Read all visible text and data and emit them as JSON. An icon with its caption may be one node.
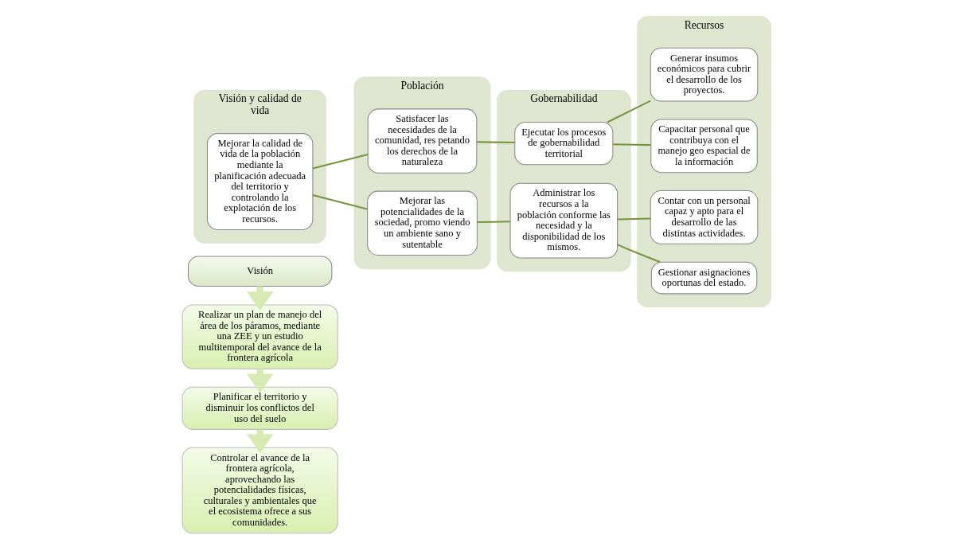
{
  "diagram": {
    "nodes": [
      {
        "text": [
          "Visión"
        ]
      },
      {
        "text": [
          "Realizar un plan de manejo del área de los páramos, mediante una ZEE y un estudio multitemporal del avance de la frontera agrícola"
        ]
      },
      {
        "text": [
          "Planificar el territorio y disminuir los conflictos del uso del suelo"
        ]
      },
      {
        "text": [
          "Controlar el avance de la frontera agrícola, aprovechando las potencialidades físicas, culturales y ambientales que el ecosistema ofrece a sus comunidades."
        ]
      },
      {
        "text": [
          "Visión y calidad de vida"
        ]
      },
      {
        "text": [
          "Población"
        ]
      },
      {
        "text": [
          "Gobernabilidad"
        ]
      },
      {
        "text": [
          "Recursos"
        ]
      },
      {
        "text": [
          "Mejorar la calidad de vida de la población mediante la planificación adecuada del territorio y controlando la explotación de los recursos."
        ],
        "in": 4
      },
      {
        "text": [
          "Satisfacer las necesidades de la comunidad, res petando los derechos de la naturaleza"
        ],
        "in": 5
      },
      {
        "text": [
          "Mejorar las potencialidades de la sociedad, promo viendo un ambiente sano y sutentable"
        ],
        "in": 5
      },
      {
        "text": [
          "Ejecutar los procesos de gobernabilidad territorial"
        ],
        "in": 6
      },
      {
        "text": [
          "Administrar los recursos a la población conforme las necesidad y la disponibilidad de los mismos."
        ],
        "in": 6
      },
      {
        "text": [
          "Generar insumos económicos para cubrir el desarrollo de los proyectos."
        ],
        "in": 7
      },
      {
        "text": [
          "Capacitar personal que contribuya con el manejo geo espacial de la información"
        ],
        "in": 7
      },
      {
        "text": [
          "Contar con un personal capaz y apto para el desarrollo de las distintas actividades."
        ],
        "in": 7
      },
      {
        "text": [
          "Gestionar asignaciones oportunas del estado."
        ],
        "in": 7
      }
    ],
    "edges": [
      {
        "from": 0,
        "to": 1,
        "arrow": "to",
        "style": "thick",
        "color": "#d7eab2"
      },
      {
        "from": 1,
        "to": 2,
        "arrow": "to",
        "style": "thick",
        "color": "#d7eab2"
      },
      {
        "from": 2,
        "to": 3,
        "arrow": "to",
        "style": "thick",
        "color": "#d7eab2"
      },
      {
        "from": 8,
        "to": 9,
        "arrow": "none"
      },
      {
        "from": 8,
        "to": 10,
        "arrow": "none"
      },
      {
        "from": 9,
        "to": 11,
        "arrow": "none"
      },
      {
        "from": 10,
        "to": 12,
        "arrow": "none"
      },
      {
        "from": 11,
        "to": 13,
        "arrow": "none"
      },
      {
        "from": 11,
        "to": 14,
        "arrow": "none"
      },
      {
        "from": 12,
        "to": 15,
        "arrow": "none"
      },
      {
        "from": 12,
        "to": 16,
        "arrow": "none"
      }
    ]
  }
}
